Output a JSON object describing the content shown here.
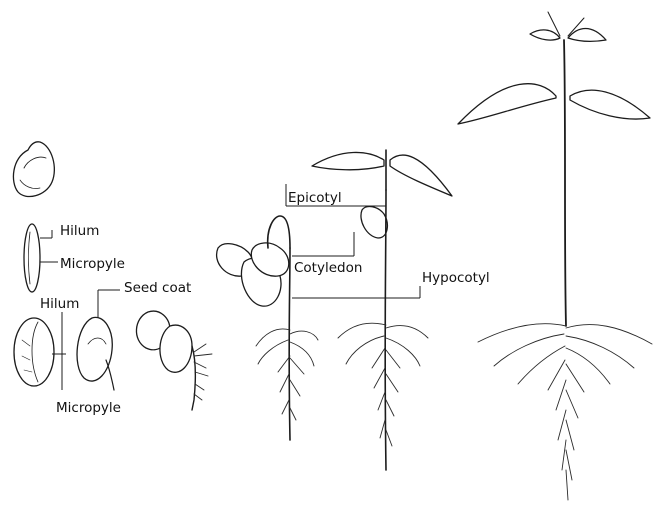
{
  "labels": {
    "hilum_1": "Hilum",
    "micropyle_1": "Micropyle",
    "hilum_2": "Hilum",
    "seed_coat": "Seed coat",
    "micropyle_2": "Micropyle",
    "epicotyl": "Epicotyl",
    "cotyledon": "Cotyledon",
    "hypocotyl": "Hypocotyl"
  }
}
